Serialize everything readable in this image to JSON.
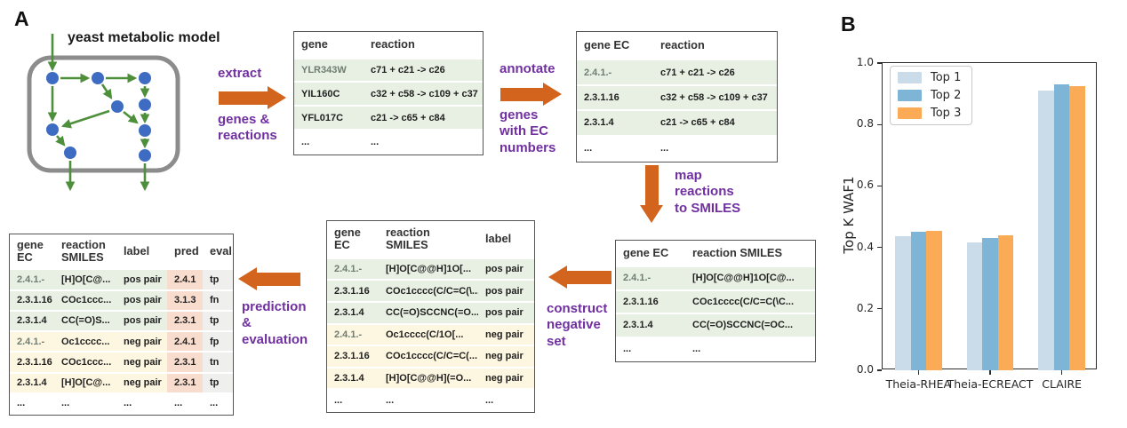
{
  "panel_a": {
    "label": "A",
    "diagram_title": "yeast metabolic model",
    "step_labels": {
      "extract_top": "extract",
      "extract_bottom": "genes &\nreactions",
      "annotate_top": "annotate",
      "annotate_bottom": "genes\nwith EC\nnumbers",
      "map": "map\nreactions\nto SMILES",
      "construct": "construct\nnegative\nset",
      "prediction": "prediction\n&\nevaluation"
    },
    "tables": [
      {
        "id": "genes-reactions",
        "headers": [
          "gene",
          "reaction"
        ],
        "col_widths": "78px 1fr",
        "rows": [
          {
            "cells": [
              "YLR343W",
              "c71 + c21 -> c26"
            ],
            "bg": "green",
            "muted": true
          },
          {
            "cells": [
              "YIL160C",
              "c32 + c58 -> c109 + c37"
            ],
            "bg": "green"
          },
          {
            "cells": [
              "YFL017C",
              "c21 -> c65 + c84"
            ],
            "bg": "green"
          },
          {
            "cells": [
              "...",
              "..."
            ],
            "bg": "none"
          }
        ]
      },
      {
        "id": "ec-reactions",
        "headers": [
          "gene EC",
          "reaction"
        ],
        "col_widths": "86px 1fr",
        "rows": [
          {
            "cells": [
              "2.4.1.-",
              "c71 + c21 -> c26"
            ],
            "bg": "green",
            "muted": true
          },
          {
            "cells": [
              "2.3.1.16",
              "c32 + c58 -> c109 + c37"
            ],
            "bg": "green"
          },
          {
            "cells": [
              "2.3.1.4",
              "c21 -> c65 + c84"
            ],
            "bg": "green"
          },
          {
            "cells": [
              "...",
              "..."
            ],
            "bg": "none"
          }
        ]
      },
      {
        "id": "ec-smiles",
        "headers": [
          "gene EC",
          "reaction SMILES"
        ],
        "col_widths": "78px 1fr",
        "rows": [
          {
            "cells": [
              "2.4.1.-",
              "[H]O[C@@H]1O[C@..."
            ],
            "bg": "green",
            "muted": true
          },
          {
            "cells": [
              "2.3.1.16",
              "COc1cccc(C/C=C(\\C..."
            ],
            "bg": "green"
          },
          {
            "cells": [
              "2.3.1.4",
              "CC(=O)SCCNC(=OC..."
            ],
            "bg": "green"
          },
          {
            "cells": [
              "...",
              "..."
            ],
            "bg": "none"
          }
        ]
      },
      {
        "id": "pos-neg-pairs",
        "headers": [
          "gene\nEC",
          "reaction\nSMILES",
          "label"
        ],
        "col_widths": "58px 112px 1fr",
        "rows": [
          {
            "cells": [
              "2.4.1.-",
              "[H]O[C@@H]1O[...",
              "pos pair"
            ],
            "bg": "green",
            "muted": true
          },
          {
            "cells": [
              "2.3.1.16",
              "COc1cccc(C/C=C(\\...",
              "pos pair"
            ],
            "bg": "green"
          },
          {
            "cells": [
              "2.3.1.4",
              "CC(=O)SCCNC(=O...",
              "pos pair"
            ],
            "bg": "green"
          },
          {
            "cells": [
              "2.4.1.-",
              "Oc1cccc(C/1O[...",
              "neg pair"
            ],
            "bg": "cream",
            "muted": true
          },
          {
            "cells": [
              "2.3.1.16",
              "COc1cccc(C/C=C(...",
              "neg pair"
            ],
            "bg": "cream"
          },
          {
            "cells": [
              "2.3.1.4",
              "[H]O[C@@H](=O...",
              "neg pair"
            ],
            "bg": "cream"
          },
          {
            "cells": [
              "...",
              "...",
              "..."
            ],
            "bg": "none"
          }
        ]
      },
      {
        "id": "prediction-eval",
        "headers": [
          "gene\nEC",
          "reaction\nSMILES",
          "label",
          "pred",
          "eval"
        ],
        "col_widths": "50px 70px 57px 40px 1fr",
        "col_bg": {
          "3": "salmon",
          "4": "gray"
        },
        "rows": [
          {
            "cells": [
              "2.4.1.-",
              "[H]O[C@...",
              "pos pair",
              "2.4.1",
              "tp"
            ],
            "bg": "green",
            "muted": true
          },
          {
            "cells": [
              "2.3.1.16",
              "COc1ccc...",
              "pos pair",
              "3.1.3",
              "fn"
            ],
            "bg": "green"
          },
          {
            "cells": [
              "2.3.1.4",
              "CC(=O)S...",
              "pos pair",
              "2.3.1",
              "tp"
            ],
            "bg": "green"
          },
          {
            "cells": [
              "2.4.1.-",
              "Oc1cccc...",
              "neg pair",
              "2.4.1",
              "fp"
            ],
            "bg": "cream",
            "muted": true
          },
          {
            "cells": [
              "2.3.1.16",
              "COc1ccc...",
              "neg pair",
              "2.3.1",
              "tn"
            ],
            "bg": "cream"
          },
          {
            "cells": [
              "2.3.1.4",
              "[H]O[C@...",
              "neg pair",
              "2.3.1",
              "tp"
            ],
            "bg": "cream"
          },
          {
            "cells": [
              "...",
              "...",
              "...",
              "...",
              "..."
            ],
            "bg": "none"
          }
        ]
      }
    ]
  },
  "panel_b": {
    "label": "B"
  },
  "chart_data": {
    "type": "bar",
    "categories": [
      "Theia-RHEA",
      "Theia-ECREACT",
      "CLAIRE"
    ],
    "series": [
      {
        "name": "Top 1",
        "color": "#cadcea",
        "values": [
          0.435,
          0.415,
          0.91
        ]
      },
      {
        "name": "Top 2",
        "color": "#7eb4d6",
        "values": [
          0.45,
          0.43,
          0.93
        ]
      },
      {
        "name": "Top 3",
        "color": "#fbaa55",
        "values": [
          0.455,
          0.44,
          0.925
        ]
      }
    ],
    "title": "",
    "xlabel": "",
    "ylabel": "Top K WAF1",
    "ylim": [
      0.0,
      1.0
    ],
    "yticks": [
      0.0,
      0.2,
      0.4,
      0.6,
      0.8,
      1.0
    ],
    "ytick_labels": [
      "0.0",
      "0.2",
      "0.4",
      "0.6",
      "0.8",
      "1.0"
    ],
    "legend_position": "upper left",
    "grid": false
  },
  "colors": {
    "green": "#e7f0e2",
    "cream": "#fdf6e0",
    "salmon": "#f8ddce",
    "gray": "#efefed",
    "arrow_orange": "#d2641e",
    "label_purple": "#7030a0",
    "node_blue": "#3d6cc2",
    "edge_green": "#4e8f3b"
  }
}
